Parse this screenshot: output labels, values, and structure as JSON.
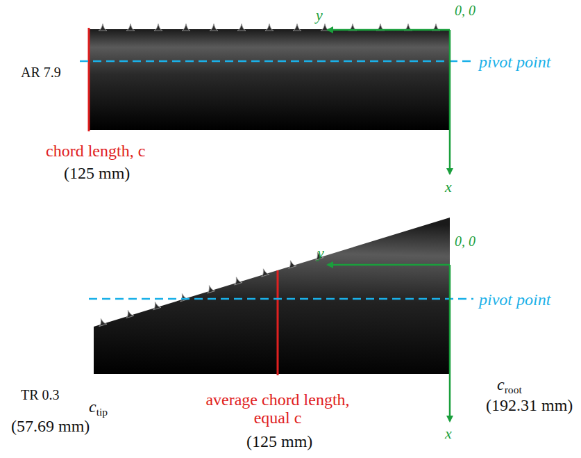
{
  "diagram": {
    "labels": [
      "0, 0",
      "y",
      "x",
      "pivot point",
      "AR 7.9",
      "chord length, c",
      "(125 mm)",
      "0, 0",
      "y",
      "pivot point",
      "TR 0.3",
      "ctip",
      "(57.69 mm)",
      "average chord length, equal c",
      "(125 mm)",
      "croot",
      "(192.31 mm)",
      "x"
    ]
  }
}
